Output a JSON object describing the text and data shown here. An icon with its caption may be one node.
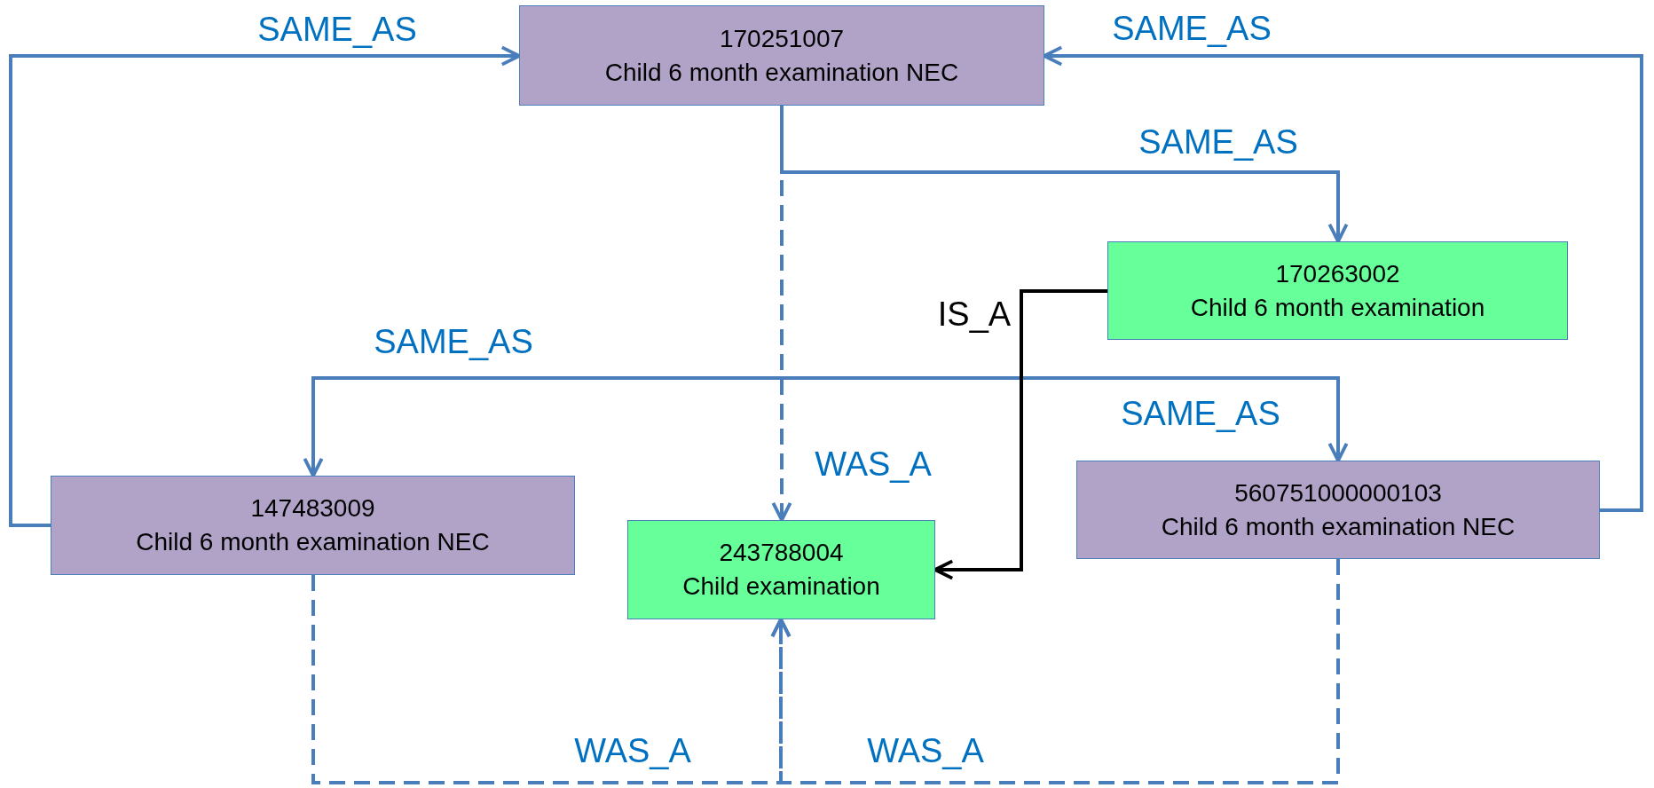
{
  "diagram": {
    "nodes": [
      {
        "text": [
          "170251007",
          "Child 6 month examination NEC"
        ]
      },
      {
        "text": [
          "170263002",
          "Child 6 month examination"
        ]
      },
      {
        "text": [
          "147483009",
          "Child 6 month examination NEC"
        ]
      },
      {
        "text": [
          "243788004",
          "Child examination"
        ]
      },
      {
        "text": [
          "560751000000103",
          "Child 6 month examination NEC"
        ]
      }
    ],
    "edges": [
      {
        "from": 2,
        "to": 0,
        "arrow": "to",
        "label": "SAME_AS"
      },
      {
        "from": 4,
        "to": 0,
        "arrow": "to",
        "label": "SAME_AS"
      },
      {
        "from": 0,
        "to": 1,
        "arrow": "to",
        "label": "SAME_AS"
      },
      {
        "from": 4,
        "to": 2,
        "arrow": "to",
        "label": "SAME_AS"
      },
      {
        "from": 2,
        "to": 4,
        "arrow": "to",
        "label": "SAME_AS"
      },
      {
        "from": 0,
        "to": 3,
        "arrow": "to",
        "label": "WAS_A",
        "style": "dashed"
      },
      {
        "from": 1,
        "to": 3,
        "arrow": "to",
        "label": "IS_A",
        "color": "#000000"
      },
      {
        "from": 2,
        "to": 3,
        "arrow": "to",
        "label": "WAS_A",
        "style": "dashed"
      },
      {
        "from": 4,
        "to": 3,
        "arrow": "to",
        "label": "WAS_A",
        "style": "dashed"
      }
    ]
  }
}
